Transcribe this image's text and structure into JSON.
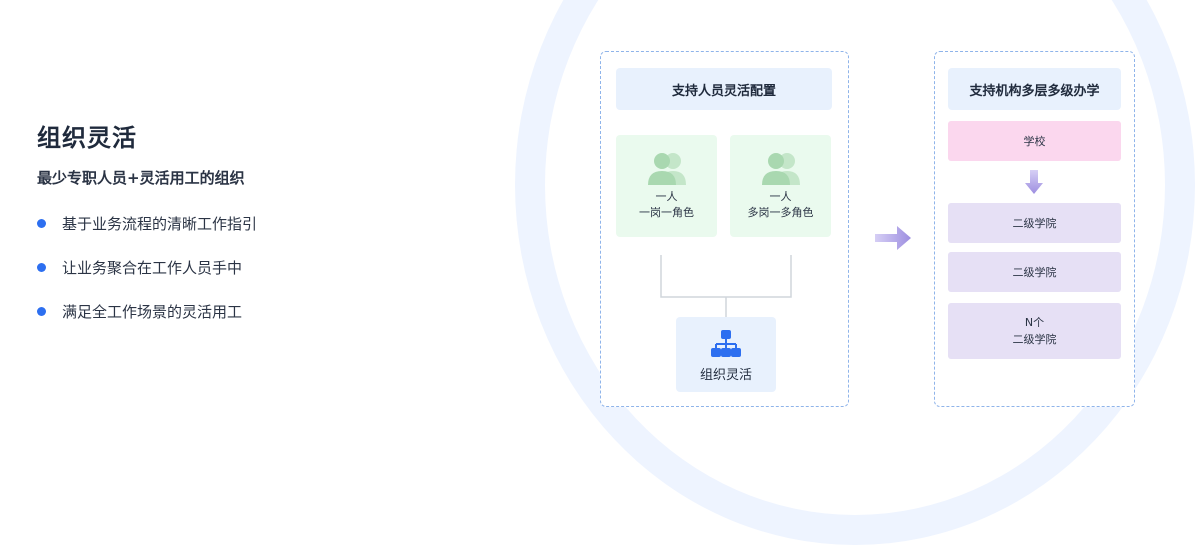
{
  "left": {
    "title": "组织灵活",
    "subtitle": "最少专职人员+灵活用工的组织",
    "bullets": [
      "基于业务流程的清晰工作指引",
      "让业务聚合在工作人员手中",
      "满足全工作场景的灵活用工"
    ]
  },
  "panel1": {
    "header": "支持人员灵活配置",
    "cards": [
      {
        "line1": "一人",
        "line2": "一岗一角色",
        "icon": "users-icon"
      },
      {
        "line1": "一人",
        "line2": "多岗一多角色",
        "icon": "users-icon"
      }
    ],
    "center_label": "组织灵活",
    "center_icon": "org-chart-icon"
  },
  "panel2": {
    "header": "支持机构多层多级办学",
    "boxes": [
      {
        "lines": [
          "学校"
        ]
      },
      {
        "lines": [
          "二级学院"
        ]
      },
      {
        "lines": [
          "二级学院"
        ]
      },
      {
        "lines": [
          "N个",
          "二级学院"
        ]
      }
    ]
  },
  "colors": {
    "accent_blue": "#2d6ff0",
    "role_card_bg": "#eafaee",
    "role_icon": "#b2dcb8",
    "header_bg": "#e8f1fd",
    "school_pink": "#fbd7ee",
    "college_purple": "#e6e0f5",
    "arrow_purple": "#9d8ee0"
  }
}
